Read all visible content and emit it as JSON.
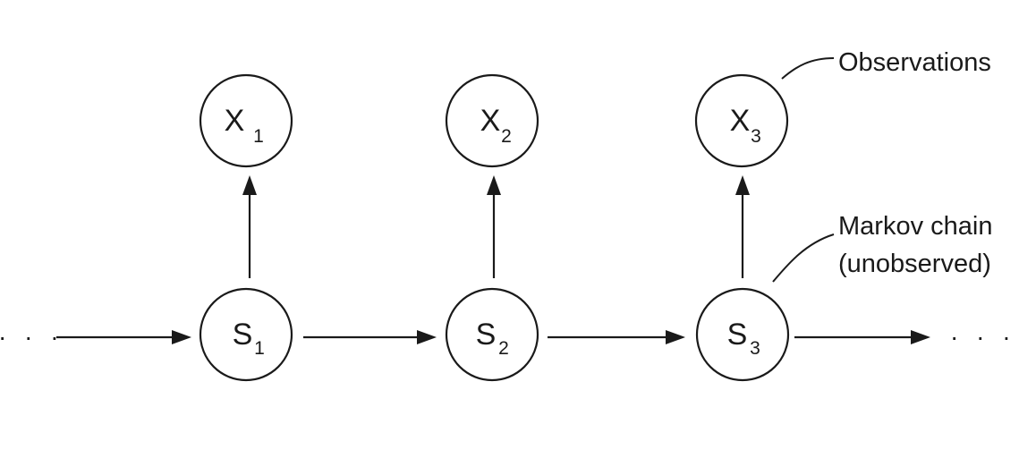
{
  "observations": [
    {
      "letter": "X",
      "subscript": "1"
    },
    {
      "letter": "X",
      "subscript": "2"
    },
    {
      "letter": "X",
      "subscript": "3"
    }
  ],
  "states": [
    {
      "letter": "S",
      "subscript": "1"
    },
    {
      "letter": "S",
      "subscript": "2"
    },
    {
      "letter": "S",
      "subscript": "3"
    }
  ],
  "annotations": {
    "observations_label": "Observations",
    "chain_label_line1": "Markov chain",
    "chain_label_line2": "(unobserved)"
  },
  "ellipsis": {
    "left": "· · ·",
    "right": "· · ·"
  }
}
